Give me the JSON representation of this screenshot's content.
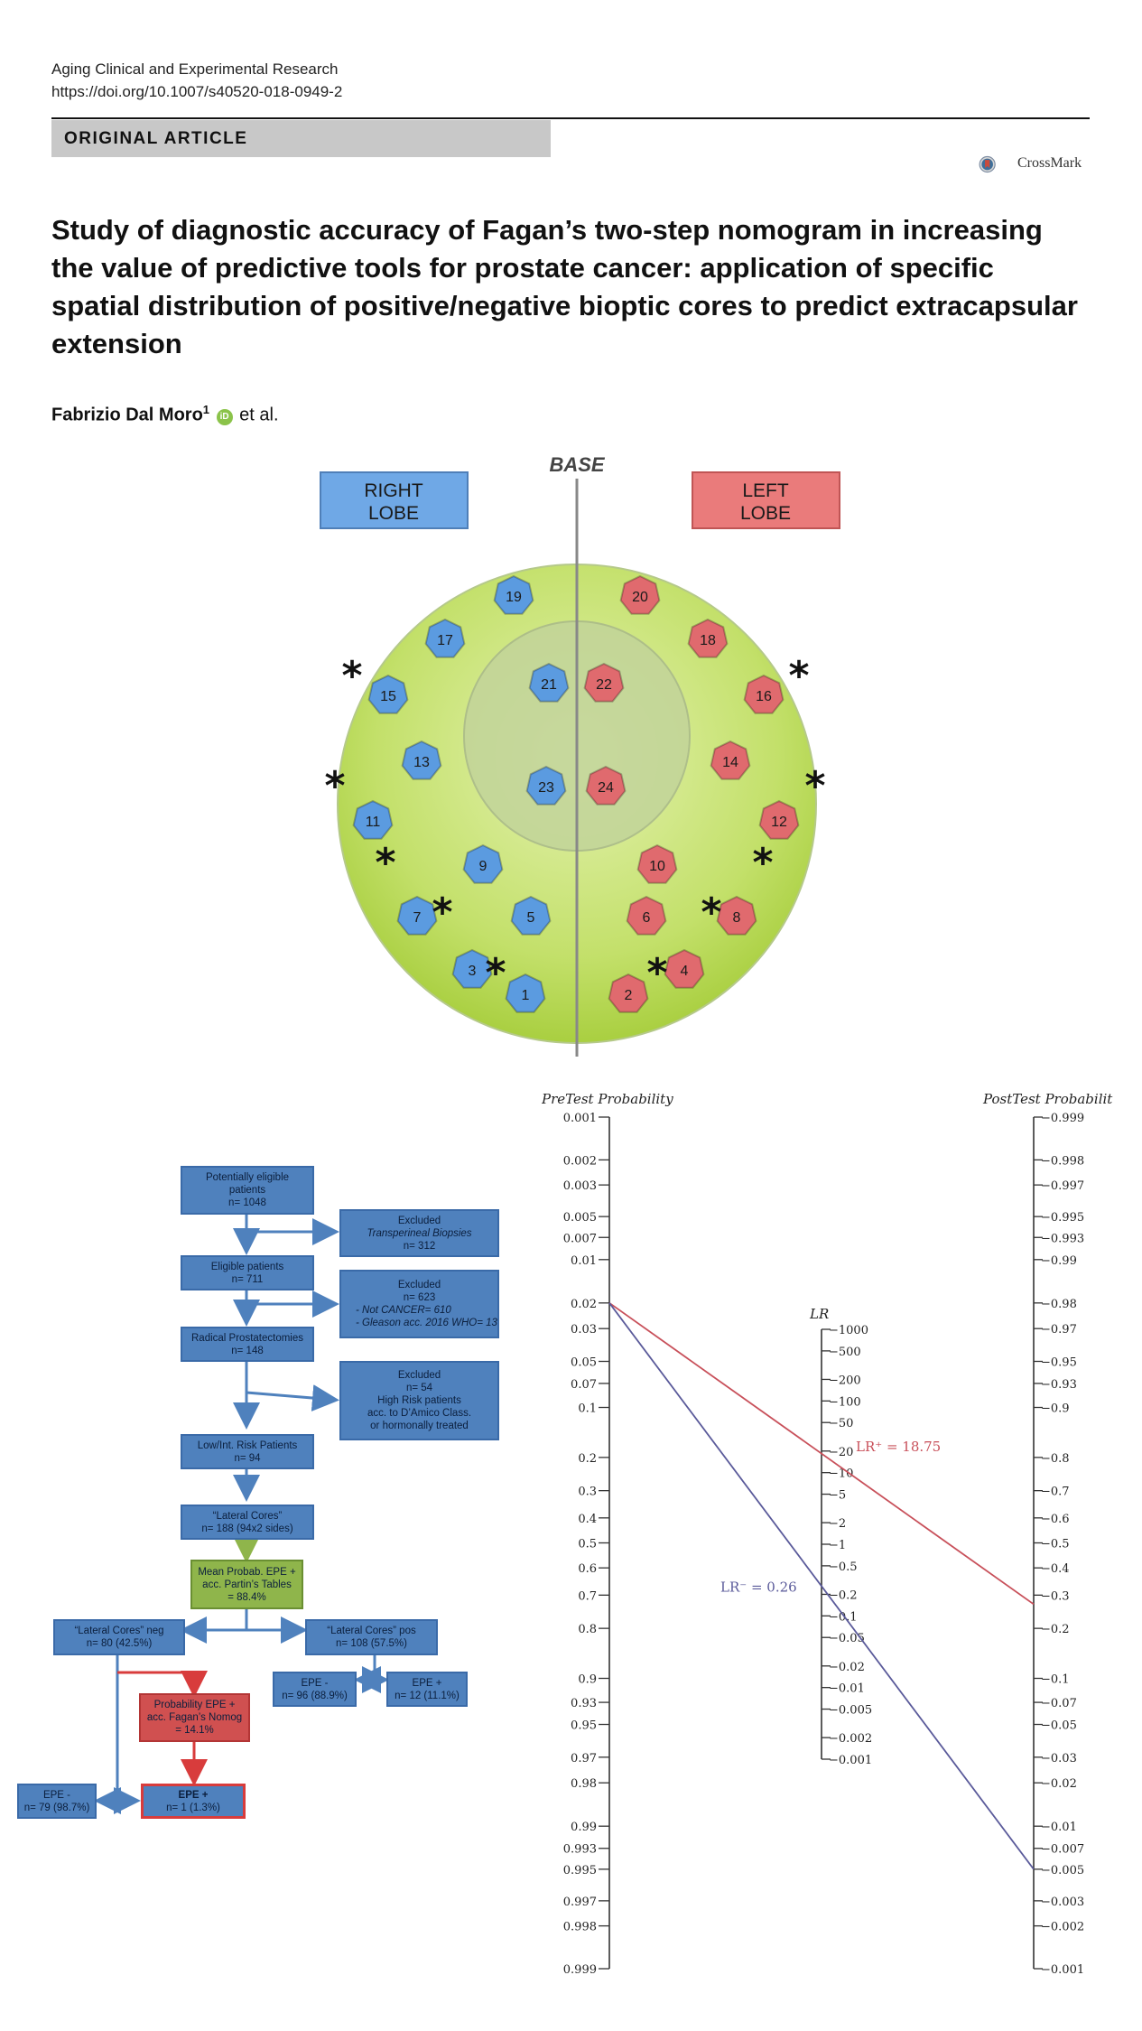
{
  "journal": {
    "name": "Aging Clinical and Experimental Research",
    "doi": "https://doi.org/10.1007/s40520-018-0949-2"
  },
  "article_type": "ORIGINAL ARTICLE",
  "crossmark": "CrossMark",
  "title": "Study of diagnostic accuracy of Fagan’s two-step nomogram in increasing the value of predictive tools for prostate cancer: application of specific spatial distribution of positive/negative bioptic cores to predict extracapsular extension",
  "authors": {
    "name": "Fabrizio Dal Moro",
    "sup": "1",
    "orcid": "iD",
    "etal": "et al."
  },
  "prostate_map": {
    "base_label": "BASE",
    "right_lobe": [
      "RIGHT",
      "LOBE"
    ],
    "left_lobe": [
      "LEFT",
      "LOBE"
    ],
    "colors": {
      "right": "#5b9be0",
      "left": "#e06a6e",
      "gland": "#c3e06a"
    },
    "cores_right": [
      "19",
      "17",
      "15",
      "21",
      "13",
      "23",
      "11",
      "9",
      "7",
      "5",
      "3",
      "1"
    ],
    "cores_left": [
      "20",
      "18",
      "16",
      "22",
      "14",
      "24",
      "12",
      "10",
      "6",
      "8",
      "4",
      "2"
    ],
    "star": "*",
    "starred_cores": [
      "15",
      "11",
      "7",
      "3",
      "1",
      "16",
      "12",
      "8",
      "4",
      "2"
    ]
  },
  "flowchart": {
    "potential": [
      "Potentially eligible",
      "patients",
      "n= 1048"
    ],
    "excl1": [
      "Excluded",
      "Transperineal Biopsies",
      "n= 312"
    ],
    "eligible": [
      "Eligible patients",
      "n= 711"
    ],
    "excl2": [
      "Excluded",
      "n= 623",
      "- Not CANCER= 610",
      "- Gleason acc. 2016 WHO= 13"
    ],
    "radical": [
      "Radical Prostatectomies",
      "n= 148"
    ],
    "excl3": [
      "Excluded",
      "n= 54",
      "High Risk patients",
      "acc. to D’Amico Class.",
      "or hormonally treated"
    ],
    "lowint": [
      "Low/Int. Risk Patients",
      "n= 94"
    ],
    "lateral": [
      "“Lateral Cores”",
      "n= 188 (94x2 sides)"
    ],
    "mean": [
      "Mean Probab. EPE +",
      "acc. Partin’s Tables",
      "= 88.4%"
    ],
    "neg": [
      "“Lateral Cores” neg",
      "n= 80 (42.5%)"
    ],
    "pos": [
      "“Lateral Cores” pos",
      "n= 108 (57.5%)"
    ],
    "epe_neg_pos": [
      "EPE -",
      "n= 96 (88.9%)"
    ],
    "epe_pos_pos": [
      "EPE +",
      "n= 12 (11.1%)"
    ],
    "fagan": [
      "Probability EPE +",
      "acc. Fagan’s Nomog",
      "= 14.1%"
    ],
    "epe_neg_neg": [
      "EPE -",
      "n= 79 (98.7%)"
    ],
    "epe_pos_neg": [
      "EPE +",
      "n= 1 (1.3%)"
    ]
  },
  "chart_data": {
    "type": "nomogram",
    "pretest_label": "PreTest Probability",
    "posttest_label": "PostTest Probabilit",
    "lr_label": "LR",
    "pretest_ticks": [
      "0.001",
      "0.002",
      "0.003",
      "0.005",
      "0.007",
      "0.01",
      "0.02",
      "0.03",
      "0.05",
      "0.07",
      "0.1",
      "0.2",
      "0.3",
      "0.4",
      "0.5",
      "0.6",
      "0.7",
      "0.8",
      "0.9",
      "0.93",
      "0.95",
      "0.97",
      "0.98",
      "0.99",
      "0.993",
      "0.995",
      "0.997",
      "0.998",
      "0.999"
    ],
    "posttest_ticks": [
      "0.999",
      "0.998",
      "0.997",
      "0.995",
      "0.993",
      "0.99",
      "0.98",
      "0.97",
      "0.95",
      "0.93",
      "0.9",
      "0.8",
      "0.7",
      "0.6",
      "0.5",
      "0.4",
      "0.3",
      "0.2",
      "0.1",
      "0.07",
      "0.05",
      "0.03",
      "0.02",
      "0.01",
      "0.007",
      "0.005",
      "0.003",
      "0.002",
      "0.001"
    ],
    "lr_ticks": [
      "1000",
      "500",
      "200",
      "100",
      "50",
      "20",
      "10",
      "5",
      "2",
      "1",
      "0.5",
      "0.2",
      "0.1",
      "0.05",
      "0.02",
      "0.01",
      "0.005",
      "0.002",
      "0.001"
    ],
    "pretest_probability": 0.02,
    "lines": [
      {
        "label": "LR⁺ = 18.75",
        "lr": 18.75,
        "posttest": 0.27,
        "color": "#c8505a"
      },
      {
        "label": "LR⁻ = 0.26",
        "lr": 0.26,
        "posttest": 0.005,
        "color": "#5a5a9a"
      }
    ]
  }
}
